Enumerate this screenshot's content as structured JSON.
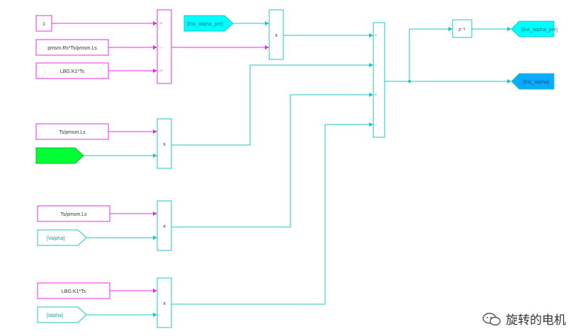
{
  "colors": {
    "magenta": "#e62ee6",
    "cyan": "#1fc4c4",
    "cyan_fill": "#00ffff",
    "green_fill": "#00ff33",
    "blue_fill": "#0aaaff"
  },
  "blocks": {
    "const_one": "1",
    "const_rs_ts_ls": "pmsm.Rs*Ts/pmsm.Ls",
    "const_lbg_k1_ts_top": "LBG.K1*Ts",
    "const_ts_ls_1": "Ts/pmsm.Ls",
    "const_ts_ls_2": "Ts/pmsm.Ls",
    "const_lbg_k1_ts_bottom": "LBG.K1*Ts",
    "from_ialpha_top": "[Est_Ialpha_pre]",
    "from_valpha": "[Valpha]",
    "from_ialpha": "[Ialpha]",
    "goto_ialpha_pre": "[Est_Ialpha_pre]",
    "goto_ialpha": "[Est_Ialpha]",
    "unit_delay": "z⁻¹",
    "product_symbol": "x",
    "sum1_signs": [
      "+",
      "−",
      "+"
    ],
    "sum2_signs": [
      "+",
      "−",
      "+",
      "−"
    ]
  },
  "watermark": "旋转的电机"
}
